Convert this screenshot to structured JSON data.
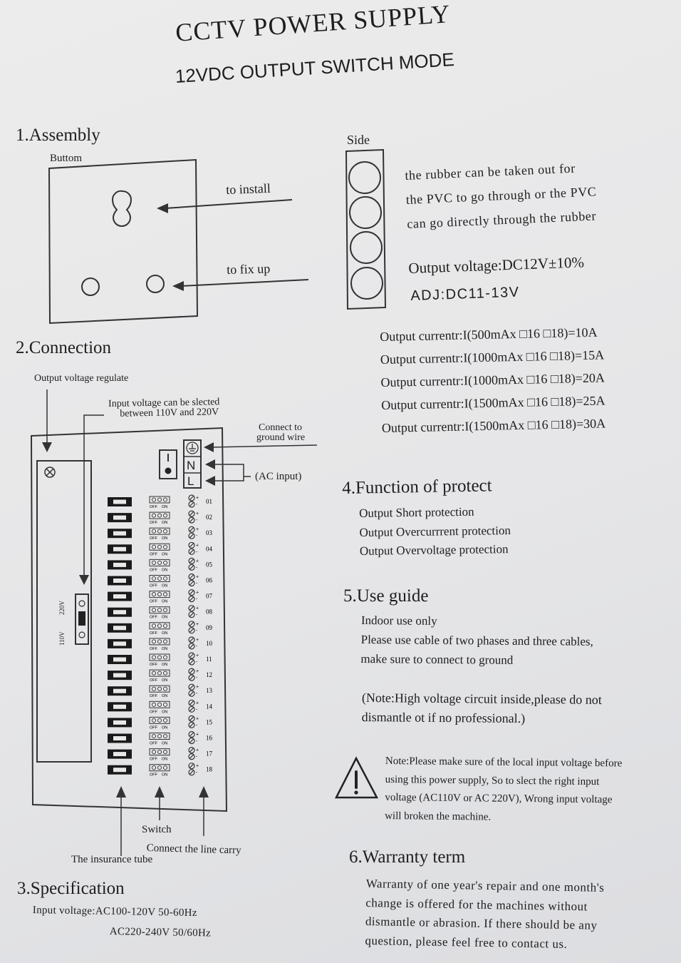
{
  "header": {
    "title": "CCTV POWER SUPPLY",
    "subtitle": "12VDC  OUTPUT SWITCH MODE"
  },
  "assembly": {
    "heading": "1.Assembly",
    "bottom_label": "Buttom",
    "to_install": "to install",
    "to_fix_up": "to fix up",
    "side_label": "Side",
    "rubber_note": [
      "the rubber can be taken out for",
      "the PVC to go through or the PVC",
      "can go directly through the rubber"
    ],
    "output_voltage": "Output voltage:DC12V±10%",
    "adj": "ADJ:DC11-13V"
  },
  "output_currents": [
    "Output currentr:I(500mAx □16 □18)=10A",
    "Output currentr:I(1000mAx □16 □18)=15A",
    "Output currentr:I(1000mAx □16 □18)=20A",
    "Output currentr:I(1500mAx □16 □18)=25A",
    "Output currentr:I(1500mAx □16 □18)=30A"
  ],
  "connection": {
    "heading": "2.Connection",
    "output_voltage_regulate": "Output voltage regulate",
    "input_select_line1": "Input voltage can be slected",
    "input_select_line2": "between 110V and 220V",
    "connect_ground_line1": "Connect to",
    "connect_ground_line2": "ground wire",
    "ac_input": "(AC input)",
    "terminal_n": "N",
    "terminal_l": "L",
    "v110": "110V",
    "v220": "220V",
    "switch_off": "OFF",
    "switch_on": "ON",
    "channels": [
      "01",
      "02",
      "03",
      "04",
      "05",
      "06",
      "07",
      "08",
      "09",
      "10",
      "11",
      "12",
      "13",
      "14",
      "15",
      "16",
      "17",
      "18"
    ],
    "switch_label": "Switch",
    "line_carry_label": "Connect the line carry",
    "insurance_label": "The insurance tube"
  },
  "specification": {
    "heading": "3.Specification",
    "input_voltage_line1": "Input voltage:AC100-120V  50-60Hz",
    "input_voltage_line2": "AC220-240V  50/60Hz"
  },
  "protect": {
    "heading": "4.Function of protect",
    "items": [
      "Output Short protection",
      "Output Overcurrrent protection",
      "Output Overvoltage protection"
    ]
  },
  "use_guide": {
    "heading": "5.Use guide",
    "lines": [
      "Indoor use only",
      "Please use cable of two phases and three cables,",
      "make sure to connect to ground"
    ],
    "note_lines": [
      "(Note:High voltage circuit inside,please do not",
      "dismantle ot if no professional.)"
    ]
  },
  "warning": {
    "icon": "warning-triangle-icon",
    "lines": [
      "Note:Please make sure of the local input voltage before",
      "using this power supply, So to slect the right input",
      "voltage (AC110V or AC 220V), Wrong input voltage",
      "will broken the machine."
    ]
  },
  "warranty": {
    "heading": "6.Warranty term",
    "lines": [
      "Warranty of one year's repair and one month's",
      "change is offered for the machines without",
      "dismantle or abrasion. If there should be any",
      "question, please feel free to contact us."
    ]
  }
}
